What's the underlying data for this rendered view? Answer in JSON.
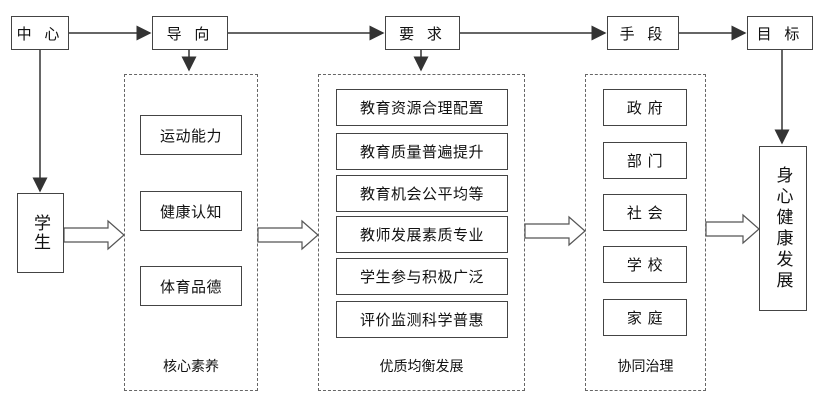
{
  "headers": {
    "center": "中 心",
    "guide": "导 向",
    "requirement": "要 求",
    "means": "手 段",
    "goal": "目 标"
  },
  "student": "学生",
  "core_literacy": {
    "items": [
      "运动能力",
      "健康认知",
      "体育品德"
    ],
    "label": "核心素养"
  },
  "quality_balance": {
    "items": [
      "教育资源合理配置",
      "教育质量普遍提升",
      "教育机会公平均等",
      "教师发展素质专业",
      "学生参与积极广泛",
      "评价监测科学普惠"
    ],
    "label": "优质均衡发展"
  },
  "collaborative_governance": {
    "items": [
      "政 府",
      "部 门",
      "社 会",
      "学 校",
      "家 庭"
    ],
    "label": "协同治理"
  },
  "outcome": "身心健康发展",
  "colors": {
    "line": "#333333",
    "dashed_border": "#666666",
    "box_border": "#444444"
  }
}
